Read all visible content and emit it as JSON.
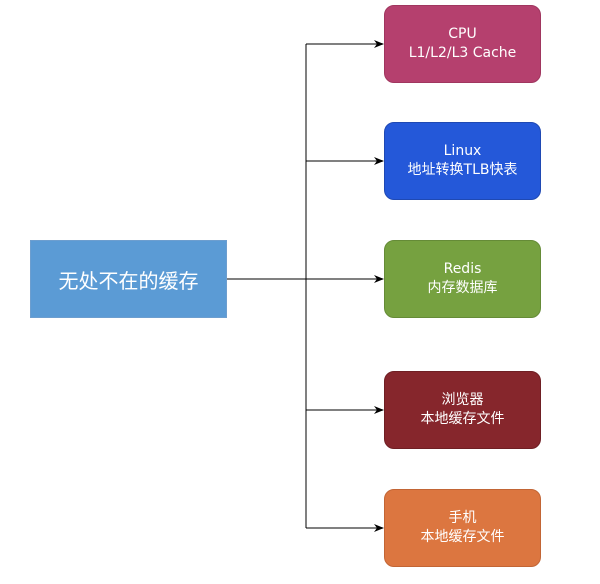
{
  "root": {
    "label": "无处不在的缓存",
    "color": "#5b9bd5"
  },
  "nodes": [
    {
      "title": "CPU",
      "subtitle": "L1/L2/L3 Cache",
      "color": "#b5406e",
      "border": "#a0365f"
    },
    {
      "title": "Linux",
      "subtitle": "地址转换TLB快表",
      "color": "#2458d9",
      "border": "#1f49b3"
    },
    {
      "title": "Redis",
      "subtitle": "内存数据库",
      "color": "#76a140",
      "border": "#658b37"
    },
    {
      "title": "浏览器",
      "subtitle": "本地缓存文件",
      "color": "#86262c",
      "border": "#6f1f24"
    },
    {
      "title": "手机",
      "subtitle": "本地缓存文件",
      "color": "#dc7640",
      "border": "#c26535"
    }
  ],
  "line_color": "#000000"
}
